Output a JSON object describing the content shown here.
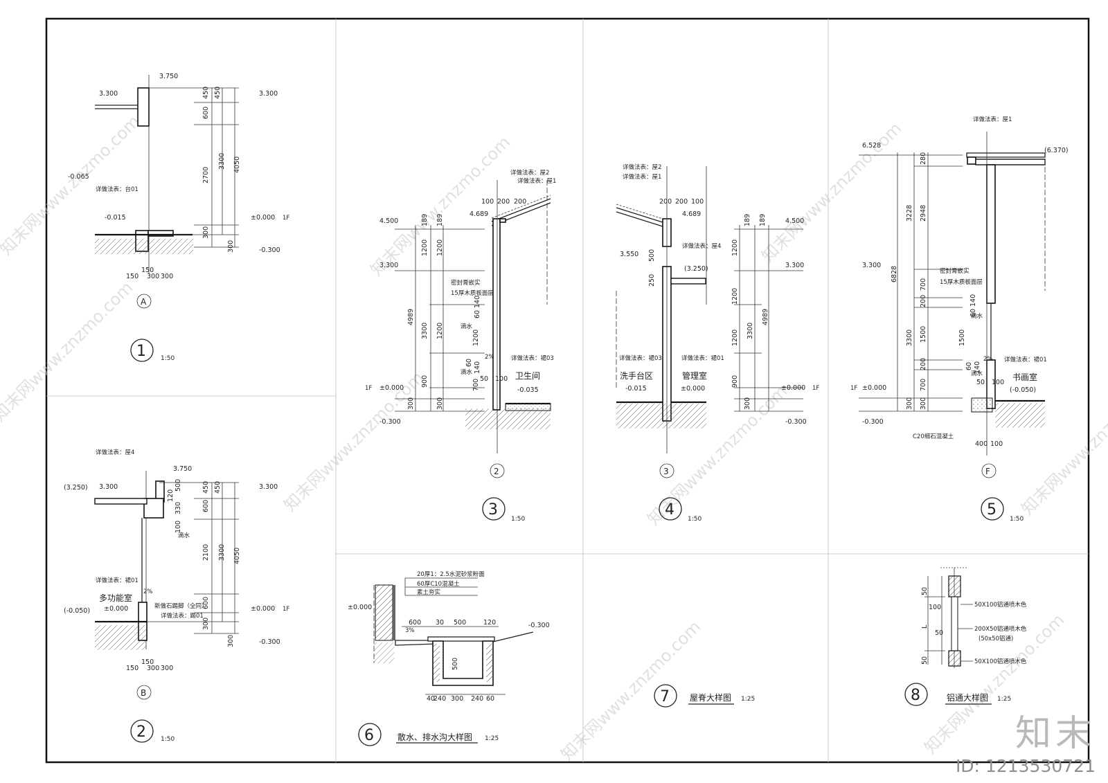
{
  "d1": {
    "top_level": "3.750",
    "roof_level": "3.300",
    "dims_inner": [
      "450",
      "600",
      "2700",
      "300"
    ],
    "dim_3300": "3300",
    "dim_4050": "4050",
    "dim_300": "300",
    "lvl_m0065": "-0.065",
    "note": "详做法表：台01",
    "lvl_m0015": "-0.015",
    "lvl_0": "±0.000",
    "tag_1f": "1F",
    "lvl_m03": "-0.300",
    "bottom_dims": [
      "150",
      "150",
      "300",
      "300"
    ],
    "axis": "A",
    "number": "1",
    "scale": "1:50"
  },
  "d2": {
    "note_roof": "详做法表：屋4",
    "top_level": "3.750",
    "lvl_3250": "(3.250)",
    "roof_level": "3.300",
    "dims_inner": [
      "450",
      "600",
      "2100",
      "600",
      "300"
    ],
    "small_dims": [
      "500",
      "120",
      "330",
      "100"
    ],
    "dim_3300": "3300",
    "dim_4050": "4050",
    "dim_300": "300",
    "drip": "滴水",
    "note_wall": "详做法表：裙01",
    "room": "多功能室",
    "slope": "2%",
    "lvl_m005": "(-0.050)",
    "lvl_0": "±0.000",
    "granite": "新做石踢脚（全同）",
    "note_floor": "详做法表：踢01",
    "tag_1f": "1F",
    "lvl_m03": "-0.300",
    "bottom_dims": [
      "150",
      "150",
      "300",
      "300"
    ],
    "axis": "B",
    "number": "2",
    "scale": "1:50"
  },
  "d3": {
    "note_roof2": "详做法表：屋2",
    "note_roof1": "详做法表：屋1",
    "top_dims": [
      "100",
      "200",
      "200"
    ],
    "ridge_level": "4.689",
    "lvl_45": "4.500",
    "lvl_33": "3.300",
    "dims_col": [
      "189",
      "1200",
      "1200",
      "1200",
      "900",
      "300"
    ],
    "dims_col2": [
      "189",
      "1200",
      "1200",
      "1200",
      "900",
      "300"
    ],
    "dim_4989": "4989",
    "dim_3300": "3300",
    "seal": "密封膏嵌实",
    "board": "15厚木质板面层",
    "win_dims": [
      "60",
      "140"
    ],
    "drip": "滴水",
    "drip2": "滴水",
    "slope": "2%",
    "sill_dims": [
      "60",
      "140",
      "700"
    ],
    "bot_dims": [
      "50",
      "100"
    ],
    "note_wall": "详做法表：裙03",
    "room": "卫生间",
    "lvl_room": "-0.035",
    "tag_1f": "1F",
    "lvl_0": "±0.000",
    "lvl_m03": "-0.300",
    "axis": "2",
    "number": "3",
    "scale": "1:50"
  },
  "d4": {
    "note_roof2": "详做法表：屋2",
    "note_roof1": "详做法表：屋1",
    "top_dims": [
      "200",
      "200",
      "100"
    ],
    "ridge_level": "4.689",
    "lvl_355": "3.550",
    "note_roof4": "详做法表：屋4",
    "lvl_3250": "(3.250)",
    "small_dims": [
      "500",
      "250"
    ],
    "lvl_45": "4.500",
    "lvl_33": "3.300",
    "dims_col": [
      "189",
      "1200",
      "1200",
      "1200",
      "900",
      "300"
    ],
    "dims_col2": [
      "189",
      "3300",
      "4989"
    ],
    "note_wall1": "详做法表：裙03",
    "note_wall2": "详做法表：裙01",
    "room1": "洗手台区",
    "room2": "管理室",
    "lvl_room1": "-0.015",
    "lvl_0": "±0.000",
    "lvl_0b": "±0.000",
    "tag_1f": "1F",
    "lvl_m03": "-0.300",
    "axis": "3",
    "number": "4",
    "scale": "1:50"
  },
  "d5": {
    "note_roof": "详做法表：屋1",
    "lvl_6528": "6.528",
    "lvl_6370": "(6.370)",
    "lvl_33": "3.300",
    "dims_outer": [
      "3228",
      "6828",
      "3300",
      "300"
    ],
    "dims_inner": [
      "280",
      "2948",
      "700",
      "200",
      "1500",
      "200",
      "700",
      "300"
    ],
    "seal": "密封膏嵌实",
    "board": "15厚木质板面层",
    "win_dims": [
      "60",
      "140"
    ],
    "drip": "滴水",
    "drip2": "滴水",
    "slope": "2%",
    "sill_dims": [
      "60",
      "140"
    ],
    "bot_dims": [
      "50",
      "100"
    ],
    "note_wall": "详做法表：裙01",
    "room": "书画室",
    "lvl_room": "(-0.050)",
    "tag_1f": "1F",
    "lvl_0": "±0.000",
    "lvl_m03": "-0.300",
    "concrete": "C20细石混凝土",
    "base_dims": [
      "400",
      "100"
    ],
    "axis": "F",
    "number": "5",
    "scale": "1:50"
  },
  "d6": {
    "layer1": "20厚1：2.5水泥砂浆粉面",
    "layer2": "60厚C10混凝土",
    "layer3": "素土夯实",
    "lvl_0": "±0.000",
    "lvl_m03": "-0.300",
    "slope": "3%",
    "top_dims": [
      "600",
      "30",
      "500",
      "120"
    ],
    "mid_dim": "500",
    "bot_dims": [
      "40",
      "240",
      "300",
      "240",
      "60"
    ],
    "number": "6",
    "title": "散水、排水沟大样图",
    "scale": "1:25"
  },
  "d7": {
    "number": "7",
    "title": "屋脊大样图",
    "scale": "1:25"
  },
  "d8": {
    "dims": [
      "50",
      "100",
      "50",
      "L",
      "50"
    ],
    "spec1": "50X100铝通喷木色",
    "spec2": "200X50铝通喷木色",
    "spec2b": "(50x50铝通)",
    "spec3": "50X100铝通喷木色",
    "number": "8",
    "title": "铝通大样图",
    "scale": "1:25"
  },
  "watermark": "知末网www.znzmo.com",
  "brand": {
    "logo": "知末",
    "id": "ID: 1213530721"
  }
}
